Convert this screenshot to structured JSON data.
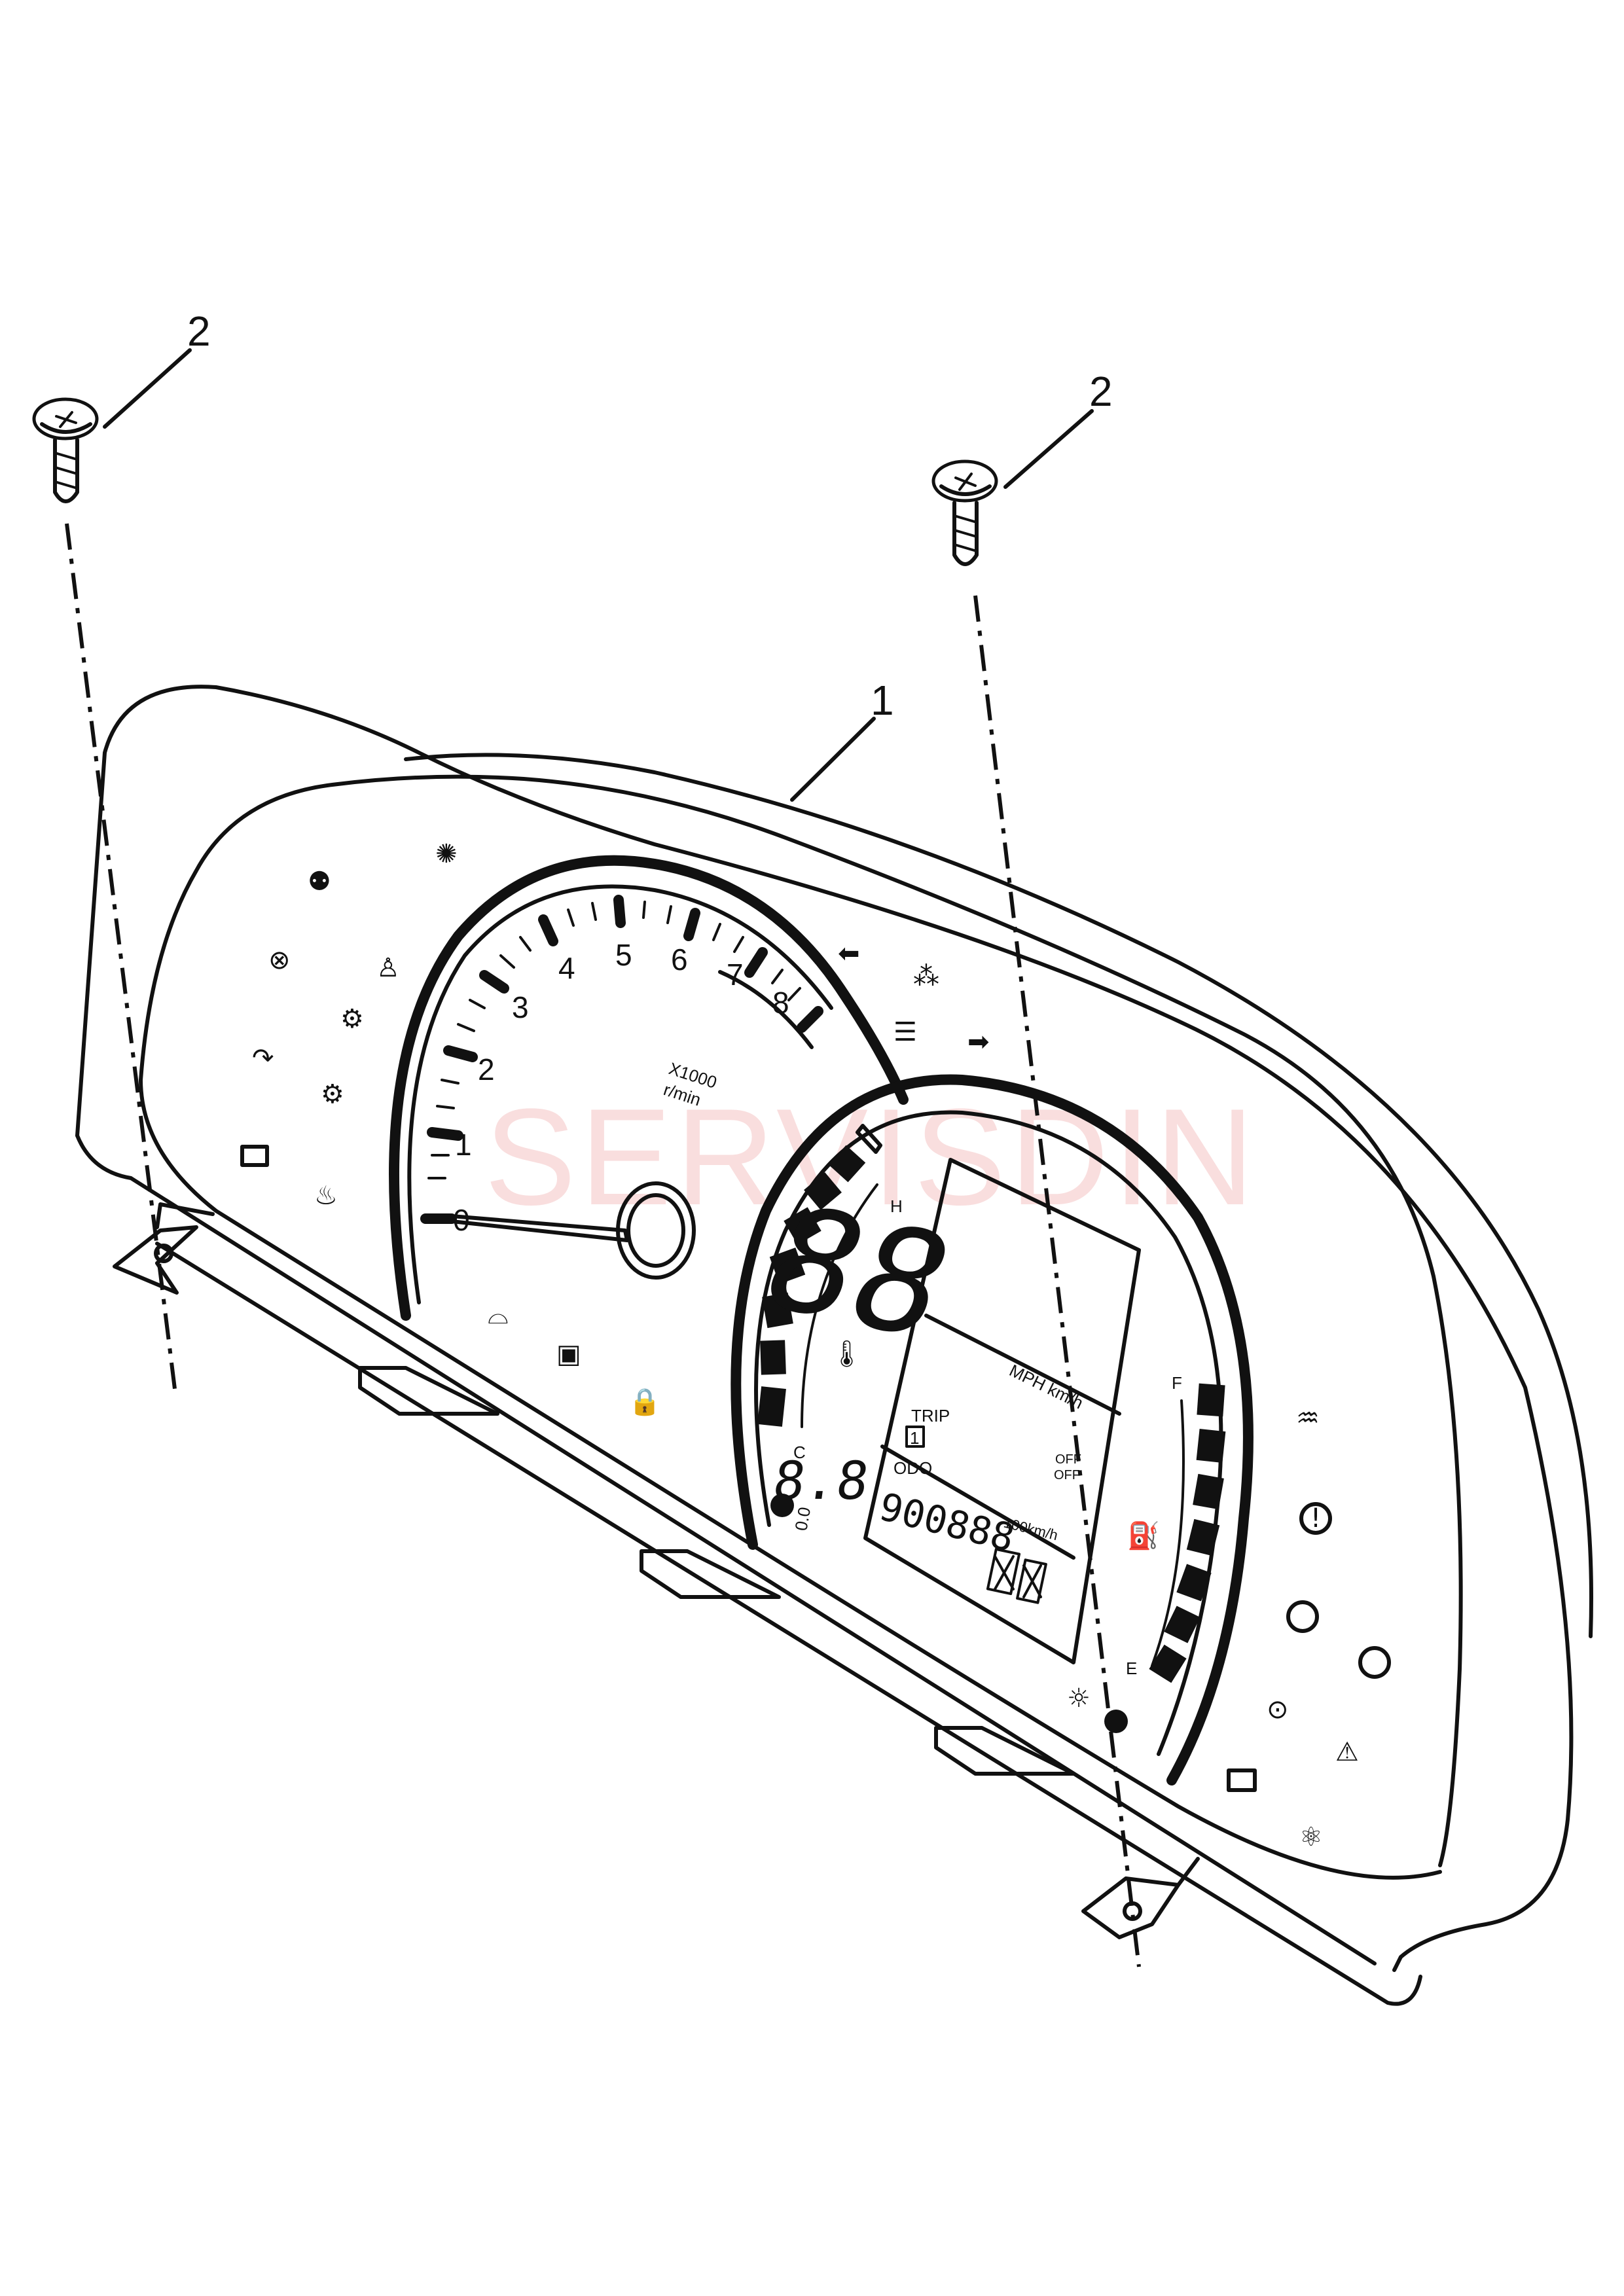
{
  "callouts": {
    "screw_left": "2",
    "screw_right": "2",
    "cluster": "1"
  },
  "tachometer": {
    "numerals": [
      "0",
      "1",
      "2",
      "3",
      "4",
      "5",
      "6",
      "7",
      "8"
    ],
    "unit_line1": "X1000",
    "unit_line2": "r/min"
  },
  "temp_gauge": {
    "cold": "C",
    "hot": "H"
  },
  "fuel_gauge": {
    "full": "F",
    "empty": "E"
  },
  "lcd": {
    "speed_digits": "88",
    "speed_units": "MPH km/h",
    "trip_label": "TRIP",
    "trip_number": "1",
    "consumption": "8.8",
    "off_1": "OFF",
    "off_2": "OFF",
    "odo_label": "ODO",
    "odo_value": "900888",
    "consumption_unit": "100km/h",
    "reset_label": "0.0"
  },
  "watermark": "SERVISDIN"
}
